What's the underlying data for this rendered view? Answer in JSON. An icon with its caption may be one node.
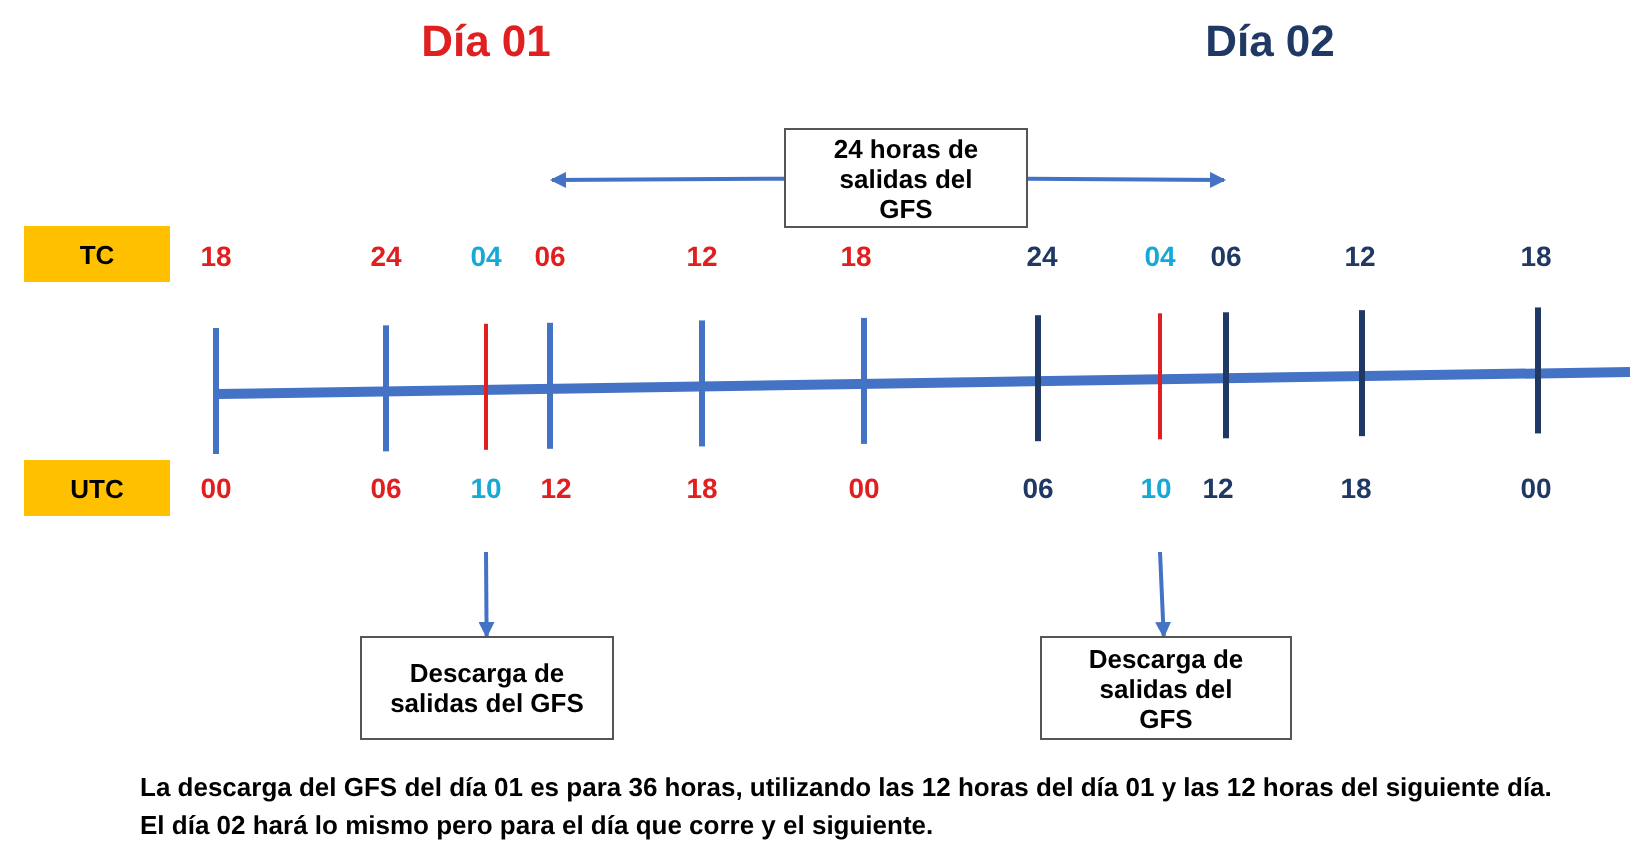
{
  "diagram": {
    "caption": "La descarga del GFS del día 01 es para 36 horas, utilizando las 12 horas del día 01 y las 12 horas del siguiente día. El día 02 hará lo mismo pero para el día que corre y el siguiente.",
    "nodes": [
      {
        "text": [
          "TC"
        ]
      },
      {
        "text": [
          "UTC"
        ]
      },
      {
        "text": [
          "24 horas de salidas del GFS"
        ]
      },
      {
        "text": [
          "Descarga de salidas del GFS"
        ]
      },
      {
        "text": [
          "Descarga de salidas del GFS"
        ]
      }
    ],
    "edges": [
      {
        "from": 2,
        "to": null,
        "arrow": "to"
      },
      {
        "from": 2,
        "to": null,
        "arrow": "to"
      },
      {
        "from": null,
        "to": 3,
        "arrow": "to"
      },
      {
        "from": null,
        "to": 4,
        "arrow": "to"
      }
    ],
    "labels": [
      "Día 01",
      "Día 02",
      "18",
      "24",
      "04",
      "06",
      "12",
      "18",
      "24",
      "04",
      "06",
      "12",
      "18",
      "00",
      "06",
      "10",
      "12",
      "18",
      "00",
      "06",
      "10",
      "12",
      "18",
      "00"
    ]
  }
}
